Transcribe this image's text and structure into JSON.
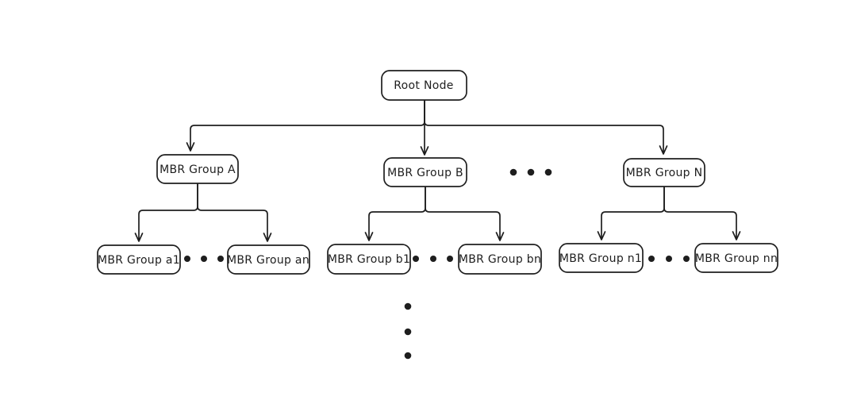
{
  "canvas": {
    "background": "#ffffff",
    "stroke_color": "#1e1e1e",
    "style": "hand-drawn tree diagram"
  },
  "diagram": {
    "type": "tree",
    "nodes": {
      "root": "Root Node",
      "group_a": "MBR Group A",
      "group_b": "MBR Group B",
      "group_n": "MBR Group N",
      "group_a1": "MBR Group a1",
      "group_an": "MBR Group an",
      "group_b1": "MBR Group b1",
      "group_bn": "MBR Group bn",
      "group_n1": "MBR Group n1",
      "group_nn": "MBR Group nn"
    },
    "edges": [
      {
        "from": "root",
        "to": "group_a"
      },
      {
        "from": "root",
        "to": "group_b"
      },
      {
        "from": "root",
        "to": "group_n"
      },
      {
        "from": "group_a",
        "to": "group_a1"
      },
      {
        "from": "group_a",
        "to": "group_an"
      },
      {
        "from": "group_b",
        "to": "group_b1"
      },
      {
        "from": "group_b",
        "to": "group_bn"
      },
      {
        "from": "group_n",
        "to": "group_n1"
      },
      {
        "from": "group_n",
        "to": "group_nn"
      }
    ],
    "ellipses": [
      {
        "style": "horizontal-dots",
        "count": 3,
        "between": [
          "group_b",
          "group_n"
        ]
      },
      {
        "style": "horizontal-dots",
        "count": 3,
        "between": [
          "group_a1",
          "group_an"
        ]
      },
      {
        "style": "horizontal-dots",
        "count": 3,
        "between": [
          "group_b1",
          "group_bn"
        ]
      },
      {
        "style": "horizontal-dots",
        "count": 3,
        "between": [
          "group_n1",
          "group_nn"
        ]
      },
      {
        "style": "vertical-dots",
        "count": 3,
        "meaning": "tree continues below"
      }
    ]
  }
}
